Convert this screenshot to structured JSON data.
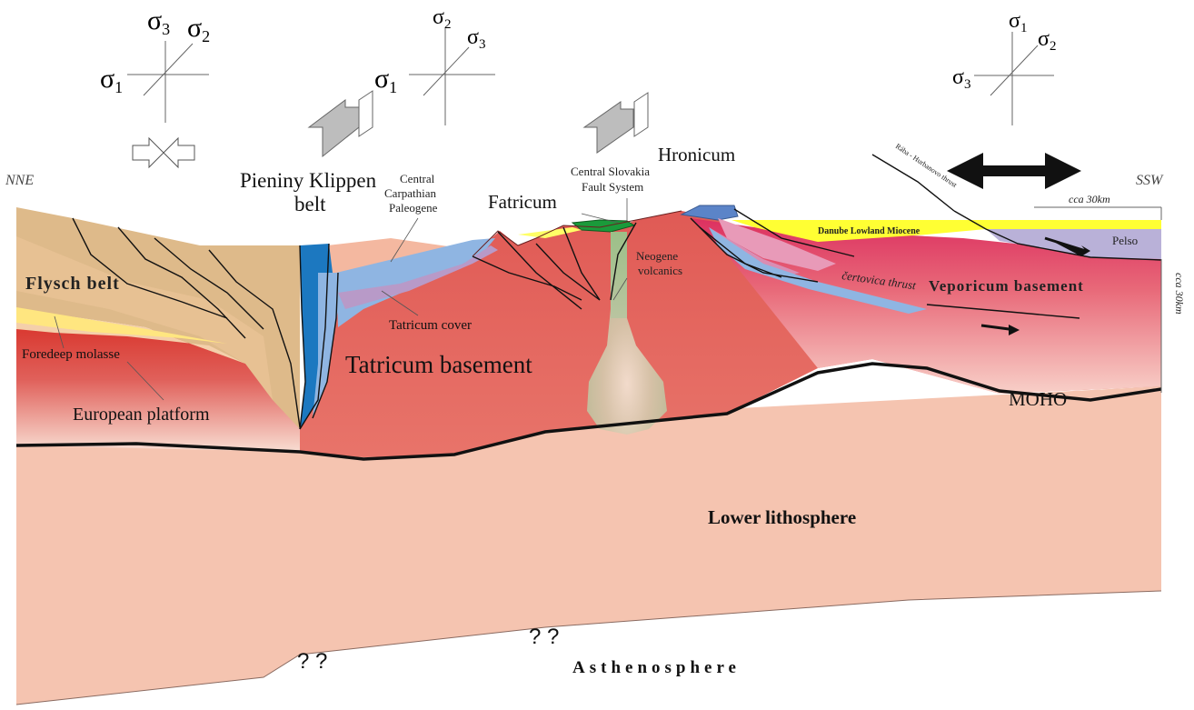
{
  "orientation": {
    "left": "NNE",
    "right": "SSW"
  },
  "scale": {
    "horizontal": "cca 30km",
    "vertical": "cca 30km"
  },
  "stress_symbols": [
    {
      "s1": "σ",
      "s1_sub": "1",
      "s2": "σ",
      "s2_sub": "2",
      "s3": "σ",
      "s3_sub": "3"
    },
    {
      "s1": "σ",
      "s1_sub": "1",
      "s2": "σ",
      "s2_sub": "2",
      "s3": "σ",
      "s3_sub": "3"
    },
    {
      "s1": "σ",
      "s1_sub": "1",
      "s2": "σ",
      "s2_sub": "2",
      "s3": "σ",
      "s3_sub": "3"
    }
  ],
  "labels": {
    "flysch": "Flysch belt",
    "foredeep": "Foredeep molasse",
    "european_platform": "European platform",
    "pieniny_1": "Pieniny Klippen",
    "pieniny_2": "belt",
    "ccp_1": "Central",
    "ccp_2": "Carpathian",
    "ccp_3": "Paleogene",
    "fatricum": "Fatricum",
    "csfs_1": "Central Slovakia",
    "csfs_2": "Fault System",
    "hronicum": "Hronicum",
    "danube": "Danube Lowland Miocene",
    "raba": "Rába - Hurbanovo thrust",
    "pelso": "Pelso",
    "veporicum": "Veporicum basement",
    "certovica": "čertovica thrust",
    "neogene_1": "Neogene",
    "neogene_2": "volcanics",
    "tatricum_cover": "Tatricum cover",
    "tatricum_basement": "Tatricum basement",
    "moho": "MOHO",
    "lower_lithosphere": "Lower lithosphere",
    "asthenosphere": "Asthenosphere",
    "q1": "? ?",
    "q2": "? ?"
  },
  "colors": {
    "lithosphere": "#f5c4b0",
    "flysch": "#deba8a",
    "flysch_light": "#f4cfaa",
    "platform_top": "#d8332a",
    "molasse": "#ffe680",
    "tatricum": "#e05a55",
    "klippen": "#1c78c0",
    "cover": "#8fb5e2",
    "violet": "#b89ac8",
    "pink_nappe": "#e89ab8",
    "fatricum": "#1a9a3a",
    "hronicum": "#5b84c8",
    "danube": "#ffff33",
    "pelso": "#b9b1d8",
    "volcanics": "#9cbf88"
  }
}
